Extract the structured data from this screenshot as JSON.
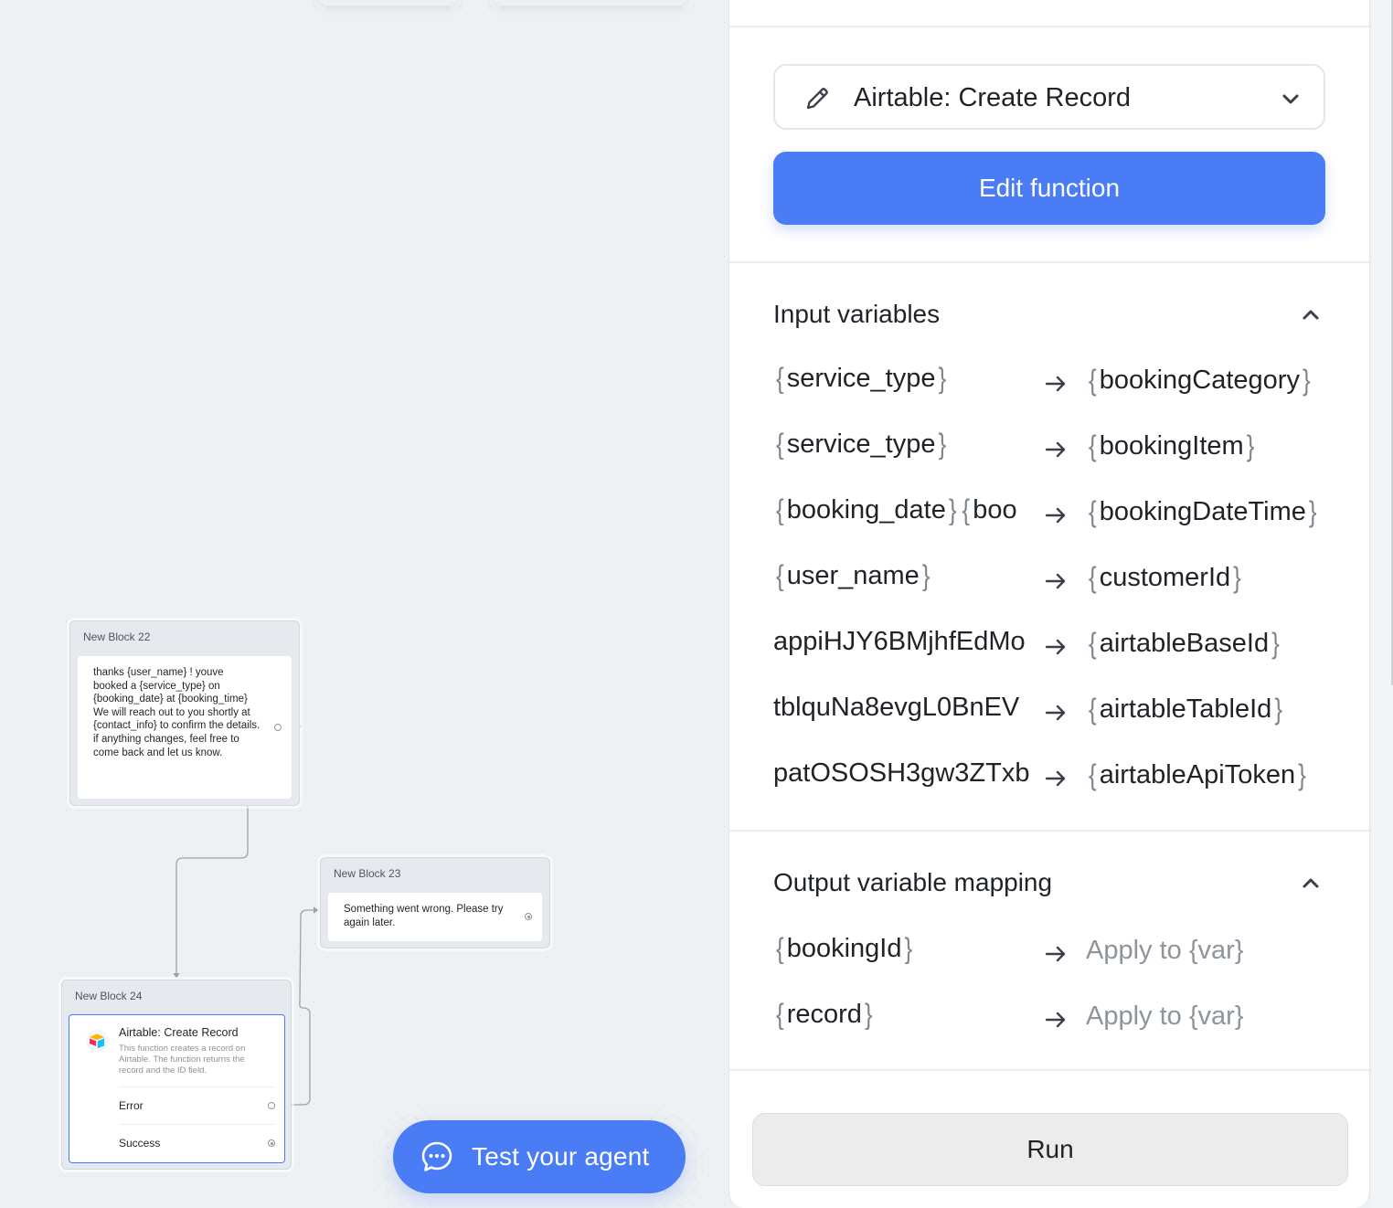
{
  "canvas": {
    "blocks": [
      {
        "title": "New Block 22",
        "message": "thanks {user_name} ! youve booked a {service_type} on {booking_date} at {booking_time} We will reach out to you shortly at {contact_info}  to confirm the details. if anything changes, feel free to come back and let us know."
      },
      {
        "title": "New Block 23",
        "message": "Something went wrong. Please try again later."
      },
      {
        "title": "New Block 24",
        "function_title": "Airtable: Create Record",
        "function_description": "This function creates a record on Airtable. The function returns the record and the ID field.",
        "outcomes": [
          "Error",
          "Success"
        ]
      }
    ],
    "test_agent_label": "Test your agent",
    "colors": {
      "accent": "#4a7cf6",
      "canvas_bg": "#eef1f3"
    }
  },
  "panel": {
    "function_select": {
      "value": "Airtable: Create Record",
      "icon": "pencil-icon"
    },
    "edit_button_label": "Edit function",
    "input_section": {
      "title": "Input variables",
      "rows": [
        {
          "left": "service_type",
          "left_is_var": true,
          "right": "bookingCategory"
        },
        {
          "left": "service_type",
          "left_is_var": true,
          "right": "bookingItem"
        },
        {
          "left": "booking_date",
          "left_is_var": true,
          "left_extra": "boo",
          "right": "bookingDateTime"
        },
        {
          "left": "user_name",
          "left_is_var": true,
          "right": "customerId"
        },
        {
          "left": "appiHJY6BMjhfEdMo",
          "left_is_var": false,
          "right": "airtableBaseId"
        },
        {
          "left": "tblquNa8evgL0BnEV",
          "left_is_var": false,
          "right": "airtableTableId"
        },
        {
          "left": "patOSOSH3gw3ZTxb",
          "left_is_var": false,
          "right": "airtableApiToken"
        }
      ]
    },
    "output_section": {
      "title": "Output variable mapping",
      "rows": [
        {
          "left": "bookingId",
          "right_placeholder": "Apply to {var}"
        },
        {
          "left": "record",
          "right_placeholder": "Apply to {var}"
        }
      ]
    },
    "run_label": "Run"
  }
}
